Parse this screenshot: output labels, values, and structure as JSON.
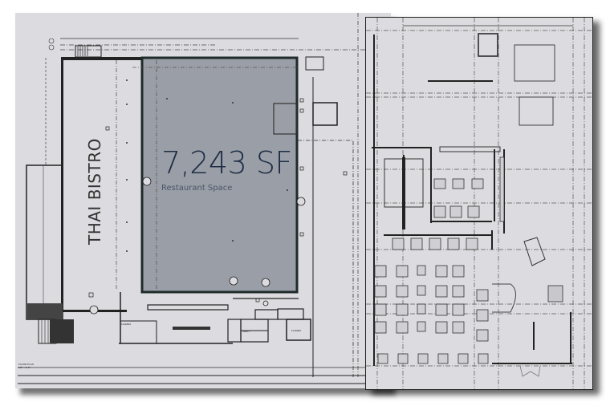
{
  "left_plan": {
    "highlight": {
      "area": "7,243 SF",
      "label": "Restaurant Space",
      "fill_color": "#9a9ea6",
      "text_color": "#1e2e46"
    },
    "neighbor_tenant": "THAI BISTRO",
    "sheet_title": "FLOOR PLAN",
    "sheet_scale": "1/8\" = 1'-0\"",
    "room_tags": [
      "FLAMES",
      "SHAFT",
      "FLAMES",
      "FLAMES",
      "FLAMES"
    ]
  },
  "right_plan": {
    "description": "Restaurant layout with dining tables, kitchen, restrooms and bar"
  },
  "colors": {
    "sheet_bg": "#dcdce0",
    "line": "#2a2a2a",
    "page_bg": "#ffffff"
  }
}
